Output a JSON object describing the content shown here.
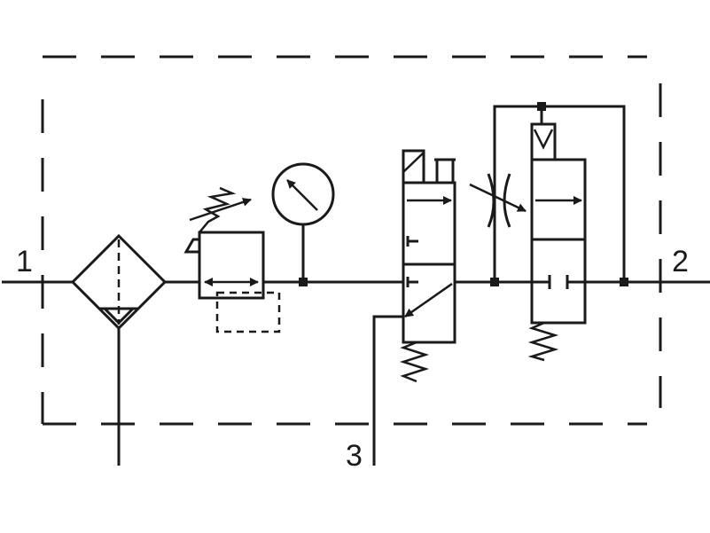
{
  "diagram": {
    "ports": {
      "inlet": "1",
      "outlet": "2",
      "exhaust": "3"
    },
    "line_color": "#1a1a1a",
    "background": "#ffffff"
  }
}
